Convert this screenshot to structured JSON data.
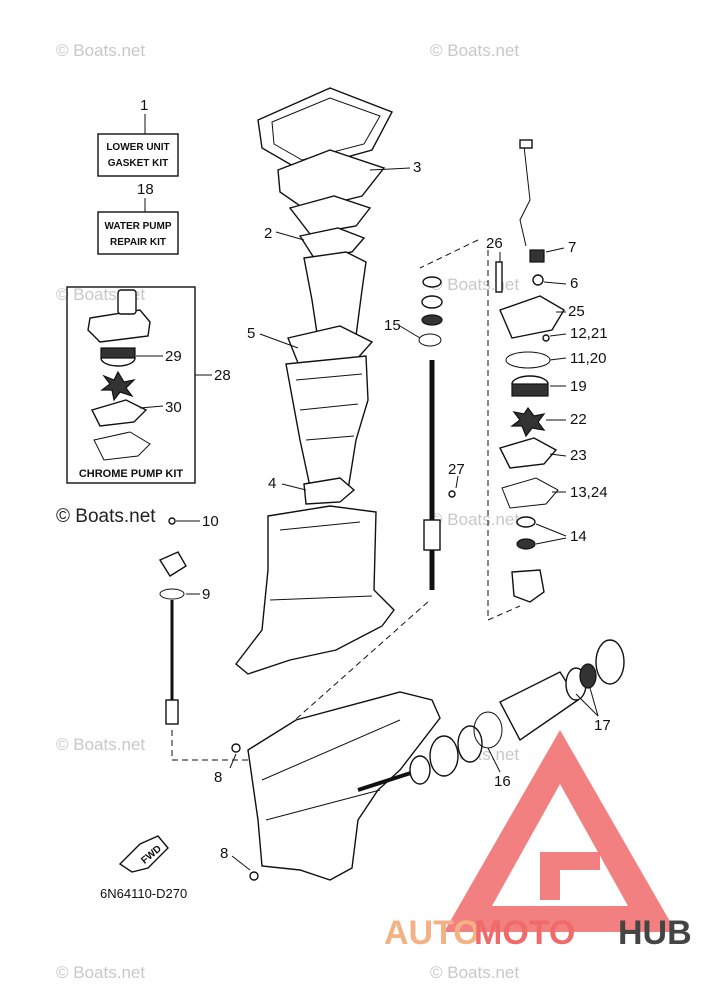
{
  "watermark": "© Boats.net",
  "kits": {
    "gasket_kit": {
      "number": "1",
      "line1": "LOWER UNIT",
      "line2": "GASKET KIT"
    },
    "pump_kit": {
      "number": "18",
      "line1": "WATER PUMP",
      "line2": "REPAIR KIT"
    },
    "chrome_kit": {
      "number": "28",
      "label": "CHROME PUMP KIT"
    }
  },
  "callouts": {
    "c2": "2",
    "c3": "3",
    "c4": "4",
    "c5": "5",
    "c6": "6",
    "c7": "7",
    "c8a": "8",
    "c8b": "8",
    "c9": "9",
    "c10": "10",
    "c11_20": "11,20",
    "c12_21": "12,21",
    "c13_24": "13,24",
    "c14": "14",
    "c15": "15",
    "c16": "16",
    "c17": "17",
    "c19": "19",
    "c22": "22",
    "c23": "23",
    "c25": "25",
    "c26": "26",
    "c27": "27",
    "c29": "29",
    "c30": "30"
  },
  "fwd_label": "FWD",
  "diagram_code": "6N64110-D270",
  "brand": {
    "part1": "AUTO",
    "part2": "MOTO",
    "part3": "HUB"
  },
  "colors": {
    "brand_orange": "#f4b184",
    "brand_red": "#f06a6a",
    "brand_gray": "#444444"
  }
}
